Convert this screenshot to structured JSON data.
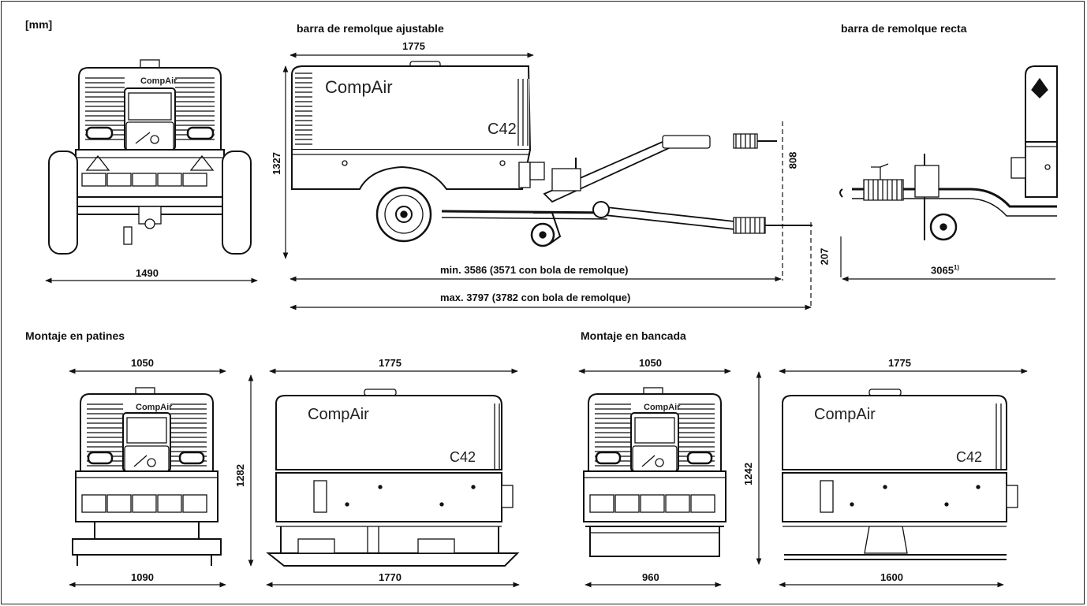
{
  "unit_label": "[mm]",
  "sections": {
    "adjustable_tow": "barra de remolque ajustable",
    "straight_tow": "barra de remolque recta",
    "skid": "Montaje en patines",
    "bench": "Montaje en bancada"
  },
  "brand": "CompAir",
  "model": "C42",
  "dims": {
    "front_width": "1490",
    "adj_body_length": "1775",
    "adj_height": "1327",
    "adj_hitch_height": "808",
    "adj_low_hitch": "207",
    "adj_min_length": "min. 3586 (3571 con bola de remolque)",
    "adj_max_length": "max. 3797 (3782 con bola de remolque)",
    "straight_length": "3065",
    "straight_note": "1)",
    "skid_front_top": "1050",
    "skid_front_bottom": "1090",
    "skid_height": "1282",
    "skid_side_top": "1775",
    "skid_side_bottom": "1770",
    "bench_front_top": "1050",
    "bench_front_bottom": "960",
    "bench_height": "1242",
    "bench_side_top": "1775",
    "bench_side_bottom": "1600"
  }
}
